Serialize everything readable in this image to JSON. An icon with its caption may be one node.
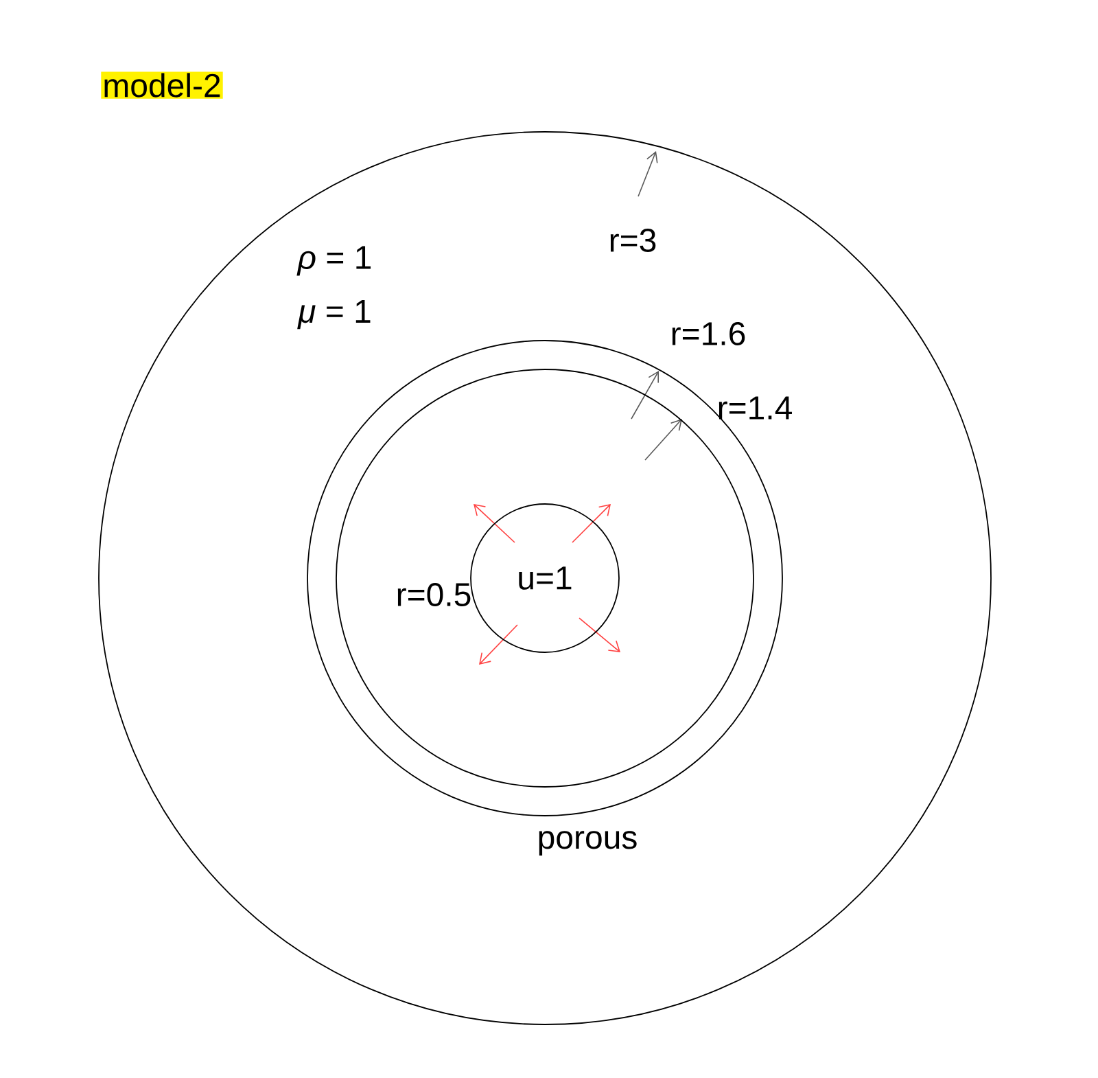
{
  "diagram": {
    "nodes": [
      {
        "text": [],
        "shape": "circle"
      },
      {
        "text": [],
        "shape": "circle",
        "in": 0,
        "beside": [
          "porous"
        ]
      },
      {
        "text": [],
        "shape": "circle",
        "in": 1
      },
      {
        "text": [
          "u=1"
        ],
        "in": 2,
        "beside": [
          "r=0.5"
        ]
      }
    ],
    "labels": [
      "model-2",
      "r=3",
      "*ρ* = 1",
      "*μ* = 1",
      "r=1.6",
      "r=1.4"
    ]
  }
}
